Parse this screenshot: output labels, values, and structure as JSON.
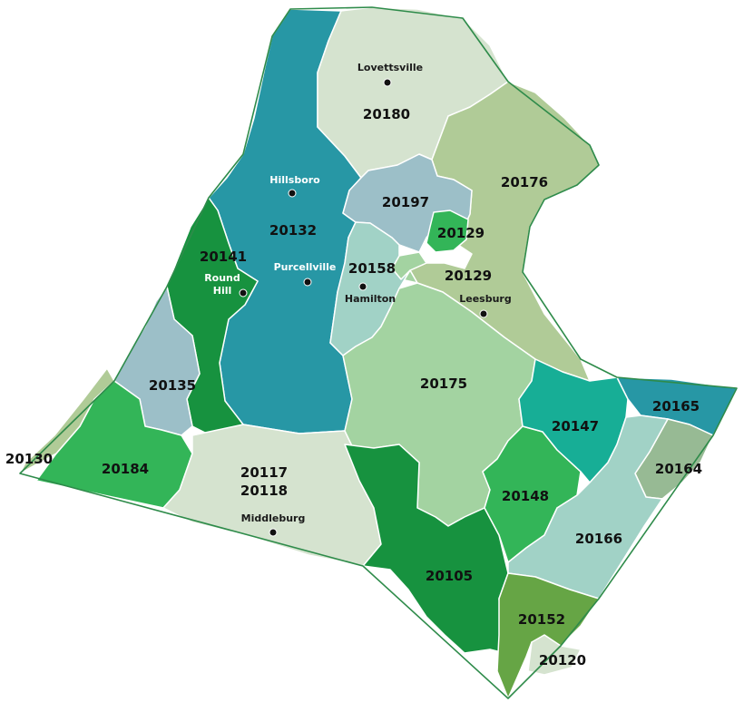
{
  "colors": {
    "dark_green": "#17923f",
    "green": "#33b558",
    "olive_green": "#66a545",
    "teal_blue": "#2797a5",
    "teal": "#17ae96",
    "light_sage": "#d5e3cf",
    "sage": "#b0cb97",
    "pale_blue": "#9cbfc8",
    "pale_teal": "#a1d2c6",
    "light_green": "#a3d3a1",
    "grey_green": "#97ba94",
    "outline": "#2e8b4a"
  },
  "zip_labels": {
    "z20180": "20180",
    "z20176": "20176",
    "z20197": "20197",
    "z20132": "20132",
    "z20129a": "20129",
    "z20129b": "20129",
    "z20141": "20141",
    "z20158": "20158",
    "z20135": "20135",
    "z20175": "20175",
    "z20147": "20147",
    "z20165": "20165",
    "z20164": "20164",
    "z20130": "20130",
    "z20184": "20184",
    "z20117": "20117",
    "z20118": "20118",
    "z20148": "20148",
    "z20166": "20166",
    "z20105": "20105",
    "z20152": "20152",
    "z20120": "20120"
  },
  "towns": {
    "lovettsville": "Lovettsville",
    "hillsboro": "Hillsboro",
    "purcellville": "Purcellville",
    "round": "Round",
    "hill": "Hill",
    "hamilton": "Hamilton",
    "leesburg": "Leesburg",
    "middleburg": "Middleburg"
  }
}
